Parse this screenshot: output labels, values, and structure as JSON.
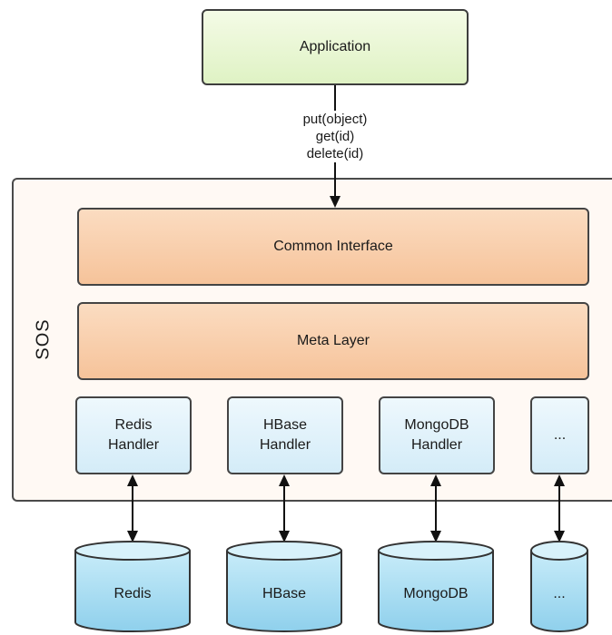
{
  "application": {
    "label": "Application"
  },
  "api_calls": [
    "put(object)",
    "get(id)",
    "delete(id)"
  ],
  "sos": {
    "label": "SOS",
    "common_interface": "Common Interface",
    "meta_layer": "Meta Layer",
    "handlers": [
      {
        "line1": "Redis",
        "line2": "Handler"
      },
      {
        "line1": "HBase",
        "line2": "Handler"
      },
      {
        "line1": "MongoDB",
        "line2": "Handler"
      },
      {
        "line1": "...",
        "line2": ""
      }
    ]
  },
  "databases": [
    "Redis",
    "HBase",
    "MongoDB",
    "..."
  ],
  "colors": {
    "application_fill": "#dff2c4",
    "layer_fill": "#f6c39a",
    "handler_fill": "#d4ecf8",
    "database_fill": "#9ed8ef",
    "sos_background": "#fff9f4"
  }
}
